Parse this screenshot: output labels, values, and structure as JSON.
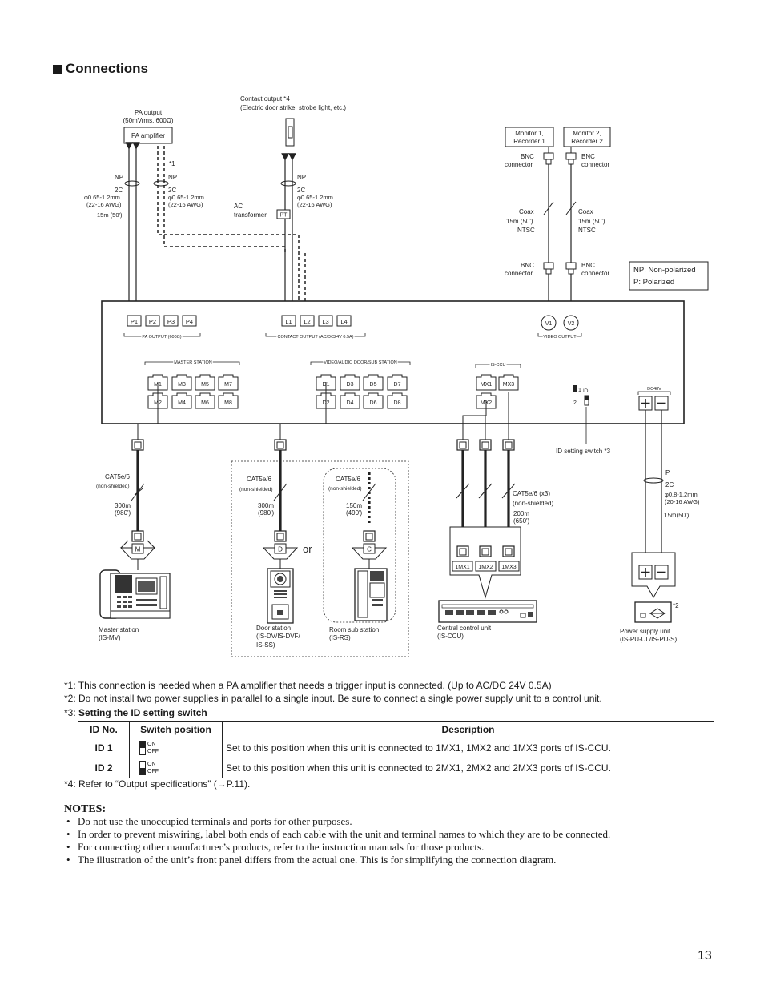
{
  "section": {
    "title": "Connections"
  },
  "diagram": {
    "pa_output": "PA output",
    "pa_output_spec": "(50mVrms, 600Ω)",
    "pa_amplifier": "PA amplifier",
    "contact_output": "Contact output *4",
    "contact_output_desc": "(Electric door strike, strobe light, etc.)",
    "np": "NP",
    "two_c": "2C",
    "gauge_065": "φ0.65-1.2mm",
    "awg_22": "(22-16 AWG)",
    "len_15m": "15m (50')",
    "star1": "*1",
    "ac_transformer_1": "AC",
    "ac_transformer_2": "transformer",
    "pt": "PT",
    "monitor1_1": "Monitor 1,",
    "monitor1_2": "Recorder 1",
    "monitor2_1": "Monitor 2,",
    "monitor2_2": "Recorder 2",
    "bnc_1": "BNC",
    "bnc_2": "connector",
    "coax": "Coax",
    "coax_len": "15m (50')",
    "ntsc": "NTSC",
    "legend_np": "NP: Non-polarized",
    "legend_p": "P: Polarized",
    "pa_terms": [
      "P1",
      "P2",
      "P3",
      "P4"
    ],
    "pa_output_label": "PA OUTPUT (600Ω)",
    "contact_terms": [
      "L1",
      "L2",
      "L3",
      "L4"
    ],
    "contact_output_label": "CONTACT OUTPUT (AC/DC24V  0.5A)",
    "video_terms": [
      "V1",
      "V2"
    ],
    "video_output_label": "VIDEO OUTPUT",
    "master_station_label": "MASTER STATION",
    "master_ports_top": [
      "M1",
      "M3",
      "M5",
      "M7"
    ],
    "master_ports_bottom": [
      "M2",
      "M4",
      "M6",
      "M8"
    ],
    "door_label": "VIDEO/AUDIO DOOR/SUB STATION",
    "door_ports_top": [
      "D1",
      "D3",
      "D5",
      "D7"
    ],
    "door_ports_bottom": [
      "D2",
      "D4",
      "D6",
      "D8"
    ],
    "ccu_label": "IS-CCU",
    "ccu_ports_top": [
      "MX1",
      "MX3"
    ],
    "ccu_ports_bottom": [
      "MX2"
    ],
    "id_1": "1",
    "id_2": "2",
    "id_text": "ID",
    "dc48v": "DC48V",
    "id_switch": "ID setting switch *3",
    "cat5e": "CAT5e/6",
    "non_shielded": "(non-shielded)",
    "len_300m": "300m",
    "len_980": "(980')",
    "len_150m": "150m",
    "len_490": "(490')",
    "cat5e_x3": "CAT5e/6 (x3)",
    "non_shielded_2": "(non-shielded)",
    "len_200m": "200m",
    "len_650": "(650')",
    "p_label": "P",
    "gauge_08": "φ0.8-1.2mm",
    "awg_20": "(20-16 AWG)",
    "len_15m_2": "15m(50')",
    "m": "M",
    "d": "D",
    "c": "C",
    "or": "or",
    "mx_labels": [
      "1MX1",
      "1MX2",
      "1MX3"
    ],
    "star2": "*2",
    "master_station_1": "Master station",
    "master_station_2": "(IS-MV)",
    "door_station_1": "Door station",
    "door_station_2": "(IS-DV/IS-DVF/",
    "door_station_3": "IS-SS)",
    "room_sub_1": "Room sub station",
    "room_sub_2": "(IS-RS)",
    "ccu_1": "Central control unit",
    "ccu_2": "(IS-CCU)",
    "psu_1": "Power supply unit",
    "psu_2": "(IS-PU-UL/IS-PU-S)"
  },
  "footnotes": {
    "n1": "*1: This connection is needed when a PA amplifier that needs a trigger input is connected. (Up to AC/DC 24V 0.5A)",
    "n2": "*2: Do not install two power supplies in parallel to a single input. Be sure to connect a single power supply unit to a control unit.",
    "n3_prefix": "*3: ",
    "n3_bold": "Setting the ID setting switch",
    "n4": "*4: Refer to “Output specifications” (→P.11)."
  },
  "id_table": {
    "headers": [
      "ID No.",
      "Switch position",
      "Description"
    ],
    "rows": [
      {
        "id": "ID 1",
        "on": "ON",
        "off": "OFF",
        "desc": "Set to this position when this unit is connected to 1MX1, 1MX2 and 1MX3 ports of IS-CCU."
      },
      {
        "id": "ID 2",
        "on": "ON",
        "off": "OFF",
        "desc": "Set to this position when this unit is connected to 2MX1, 2MX2 and 2MX3 ports of IS-CCU."
      }
    ]
  },
  "notes": {
    "title": "NOTES:",
    "items": [
      "Do not use the unoccupied terminals and ports for other purposes.",
      "In order to prevent miswiring, label both ends of each cable with the unit and terminal names to which they are to be connected.",
      "For connecting other manufacturer’s products, refer to the instruction manuals for those products.",
      "The illustration of the unit’s front panel differs from the actual one. This is for simplifying the connection diagram."
    ]
  },
  "page_number": "13"
}
